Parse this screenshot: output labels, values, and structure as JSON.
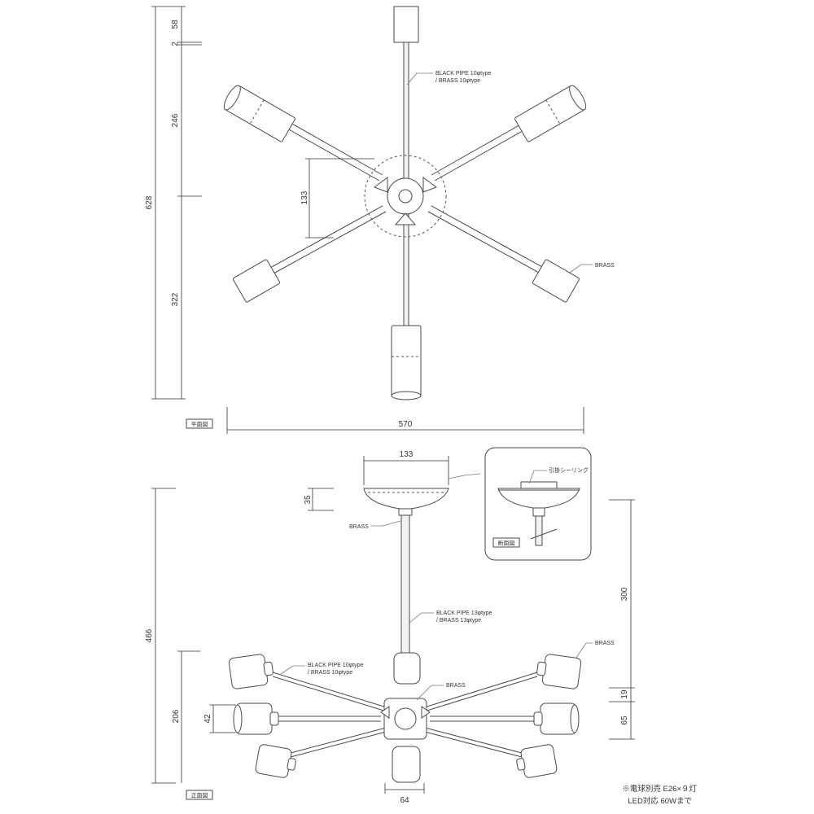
{
  "plan_view": {
    "label": "平面図",
    "dims": {
      "d58": "58",
      "d2": "2",
      "d246": "246",
      "d628": "628",
      "d133": "133",
      "d322": "322",
      "d570": "570"
    },
    "notes": {
      "pipe_1": "BLACK PIPE 10φtype",
      "pipe_2": "/ BRASS 10φtype",
      "brass": "BRASS"
    }
  },
  "front_view": {
    "label": "正面図",
    "dims": {
      "d133": "133",
      "d35": "35",
      "d466": "466",
      "d300": "300",
      "d206": "206",
      "d42": "42",
      "d19": "19",
      "d65": "65",
      "d64": "64"
    },
    "notes": {
      "brass_canopy": "BRASS",
      "pipe13_1": "BLACK PIPE 13φtype",
      "pipe13_2": "/ BRASS 13φtype",
      "pipe10_1": "BLACK PIPE 10φtype",
      "pipe10_2": "/ BRASS 10φtype",
      "brass_socket": "BRASS",
      "brass_hub": "BRASS"
    }
  },
  "section_view": {
    "label": "断面図",
    "note": "引掛シーリング"
  },
  "footnote": {
    "line1": "※電球別売 E26×９灯",
    "line2": "LED対応 60Wまで"
  }
}
